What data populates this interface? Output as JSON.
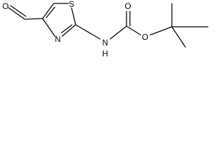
{
  "molecule": {
    "atoms": {
      "aldehyde_oxygen": "O",
      "ring_sulfur": "S",
      "ring_nitrogen": "N",
      "amide_nitrogen": "N",
      "amide_hydrogen": "H",
      "carbonyl_oxygen": "O",
      "ester_oxygen": "O"
    },
    "colors": {
      "bond": "#000000",
      "label": "#000000",
      "background": "#ffffff"
    }
  }
}
